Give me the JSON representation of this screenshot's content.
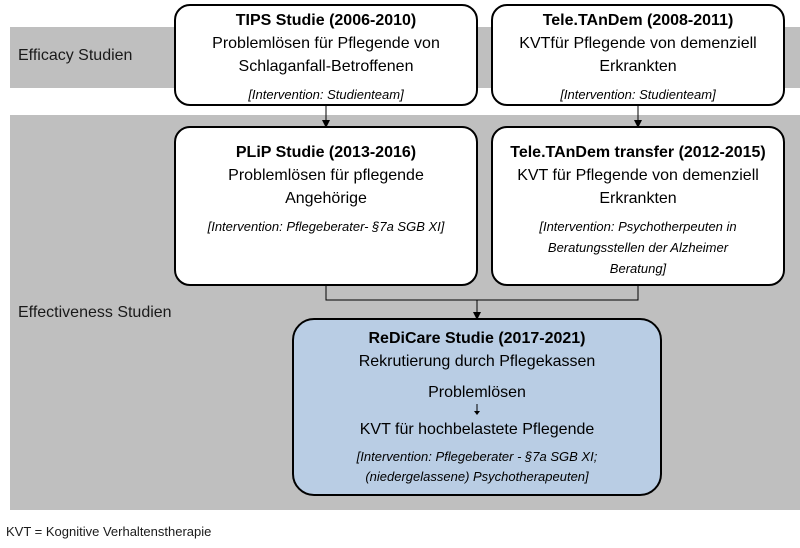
{
  "bands": {
    "efficacy_label": "Efficacy Studien",
    "effectiveness_label": "Effectiveness Studien"
  },
  "boxes": {
    "tips": {
      "title": "TIPS Studie (2006-2010)",
      "line1": "Problemlösen für Pflegende von",
      "line2": "Schlaganfall-Betroffenen",
      "note": "[Intervention: Studienteam]"
    },
    "teletandem": {
      "title": "Tele.TAnDem (2008-2011)",
      "line1": "KVTfür Pflegende von demenziell",
      "line2": "Erkrankten",
      "note": "[Intervention: Studienteam]"
    },
    "plip": {
      "title": "PLiP Studie (2013-2016)",
      "line1": "Problemlösen für pflegende",
      "line2": "Angehörige",
      "note": "[Intervention: Pflegeberater- §7a SGB XI]"
    },
    "teletransfer": {
      "title": "Tele.TAnDem transfer (2012-2015)",
      "line1": "KVT für Pflegende von demenziell",
      "line2": "Erkrankten",
      "note_line1": "[Intervention: Psychotherpeuten in",
      "note_line2": "Beratungsstellen der Alzheimer",
      "note_line3": "Beratung]"
    },
    "redicare": {
      "title": "ReDiCare Studie (2017-2021)",
      "line1": "Rekrutierung durch Pflegekassen",
      "line2": "Problemlösen",
      "line3": "KVT für hochbelastete Pflegende",
      "note_line1": "[Intervention: Pflegeberater - §7a SGB XI;",
      "note_line2": "(niedergelassene) Psychotherapeuten]"
    }
  },
  "footnote": "KVT = Kognitive Verhaltenstherapie"
}
